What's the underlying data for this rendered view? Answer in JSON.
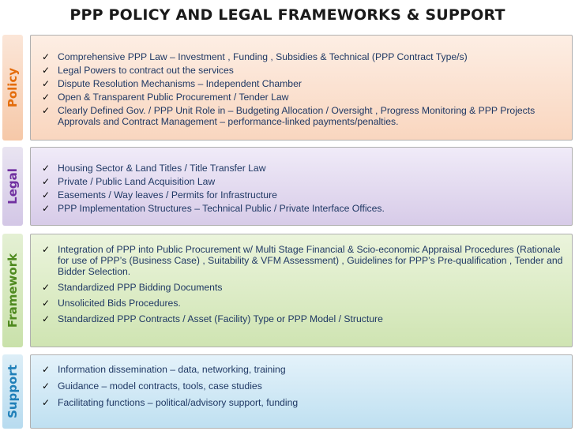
{
  "title": "PPP POLICY AND LEGAL FRAMEWORKS & SUPPORT",
  "sections": [
    {
      "label": "Policy",
      "items": [
        "Comprehensive PPP Law – Investment , Funding , Subsidies & Technical (PPP Contract Type/s)",
        "Legal Powers to contract out the services",
        "Dispute Resolution Mechanisms – Independent Chamber",
        "Open & Transparent Public Procurement / Tender Law",
        "Clearly Defined Gov. / PPP Unit Role in – Budgeting Allocation / Oversight , Progress Monitoring & PPP Projects Approvals and Contract Management – performance-linked payments/penalties."
      ]
    },
    {
      "label": "Legal",
      "items": [
        "Housing Sector & Land Titles / Title Transfer Law",
        "Private / Public Land Acquisition Law",
        "Easements / Way leaves / Permits  for Infrastructure",
        "PPP Implementation Structures – Technical Public / Private Interface Offices."
      ]
    },
    {
      "label": "Framework",
      "items": [
        "Integration of PPP into Public Procurement w/ Multi Stage Financial & Scio-economic Appraisal Procedures (Rationale for use of PPP’s (Business Case) , Suitability & VFM Assessment) , Guidelines for PPP’s Pre-qualification , Tender and Bidder Selection.",
        "Standardized PPP Bidding Documents",
        "Unsolicited Bids Procedures.",
        "Standardized PPP Contracts / Asset (Facility) Type or PPP Model / Structure"
      ]
    },
    {
      "label": "Support",
      "items": [
        "Information dissemination – data, networking, training",
        "Guidance – model contracts, tools, case studies",
        "Facilitating functions – political/advisory support, funding"
      ]
    }
  ],
  "bullet_icon": "checkmark-icon"
}
